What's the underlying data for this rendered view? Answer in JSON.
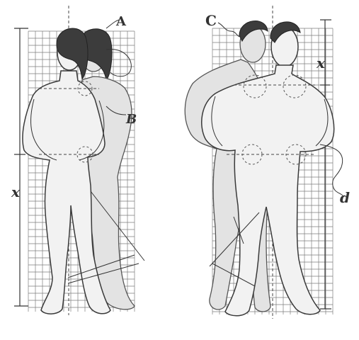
{
  "labels": {
    "a": "A",
    "b": "B",
    "c": "C",
    "d": "d",
    "x_left": "x",
    "x_right": "x"
  },
  "colors": {
    "background": "#ffffff",
    "ink": "#333333",
    "grid": "#7d7d7d",
    "skin": "#f2f2f2"
  }
}
